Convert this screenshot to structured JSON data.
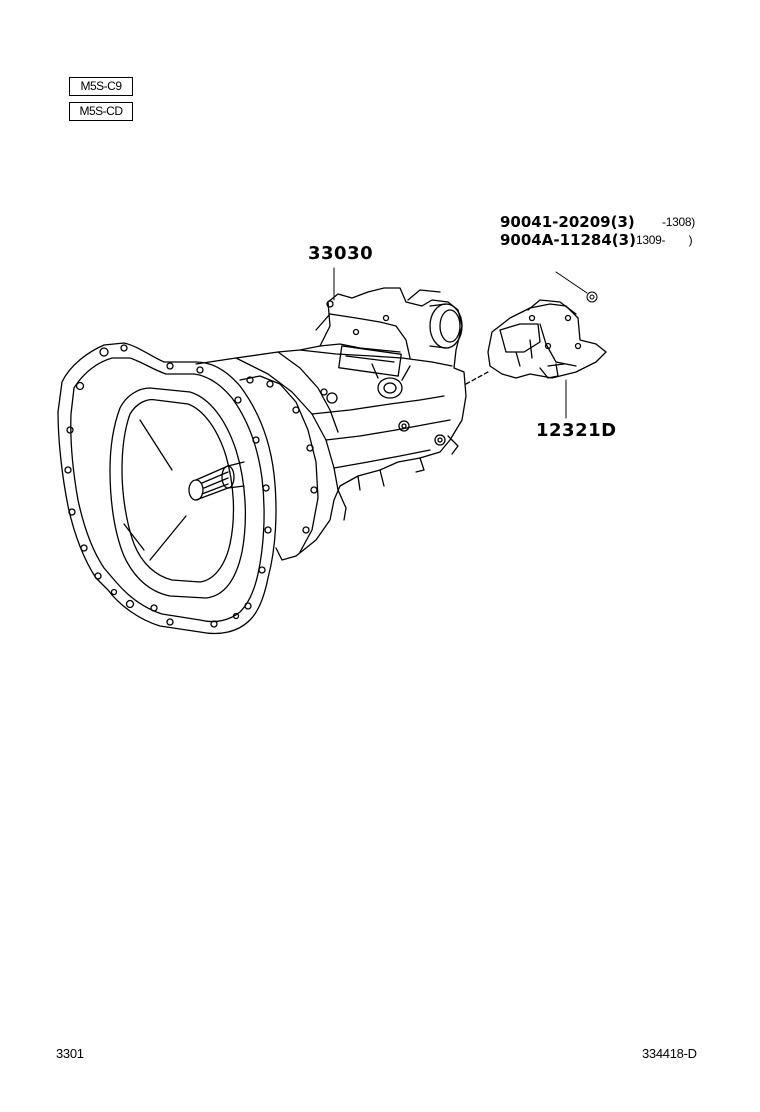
{
  "models": [
    "M5S-C9",
    "M5S-CD"
  ],
  "parts": {
    "transmission": {
      "number": "33030"
    },
    "bracket": {
      "number": "12321D"
    },
    "bolt_1": {
      "number": "90041-20209",
      "qty": "(3)",
      "range": "-1308)"
    },
    "bolt_2": {
      "number": "9004A-11284",
      "qty": "(3)",
      "range": "1309-  )"
    }
  },
  "footer": {
    "page_ref": "3301",
    "diagram_id": "334418-D"
  }
}
